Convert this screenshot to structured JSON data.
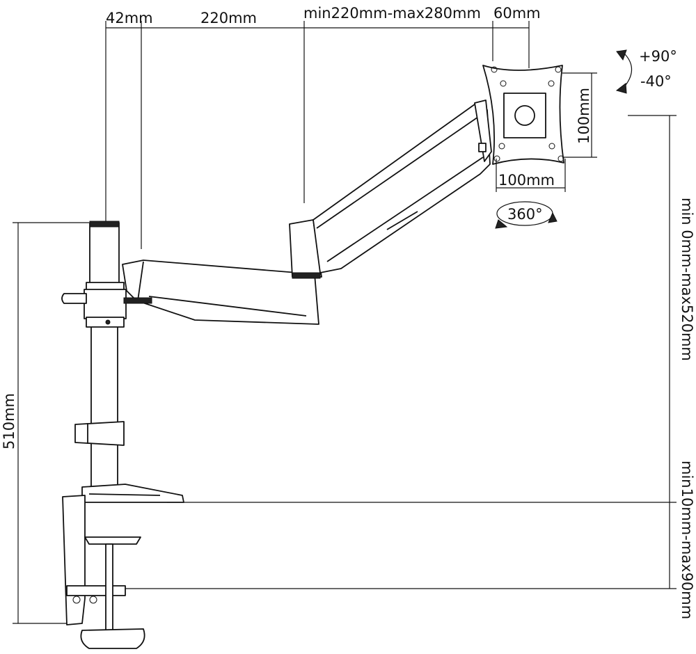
{
  "labels": {
    "pole_offset": "42mm",
    "arm_length": "220mm",
    "arm_extension": "min220mm-max280mm",
    "head_offset": "60mm",
    "tilt_up": "+90°",
    "tilt_down": "-40°",
    "vesa_height": "100mm",
    "vesa_width": "100mm",
    "rotation": "360°",
    "pole_height": "510mm",
    "height_adjust": "min 0mm-max520mm",
    "desk_thickness": "min10mm-max90mm"
  }
}
